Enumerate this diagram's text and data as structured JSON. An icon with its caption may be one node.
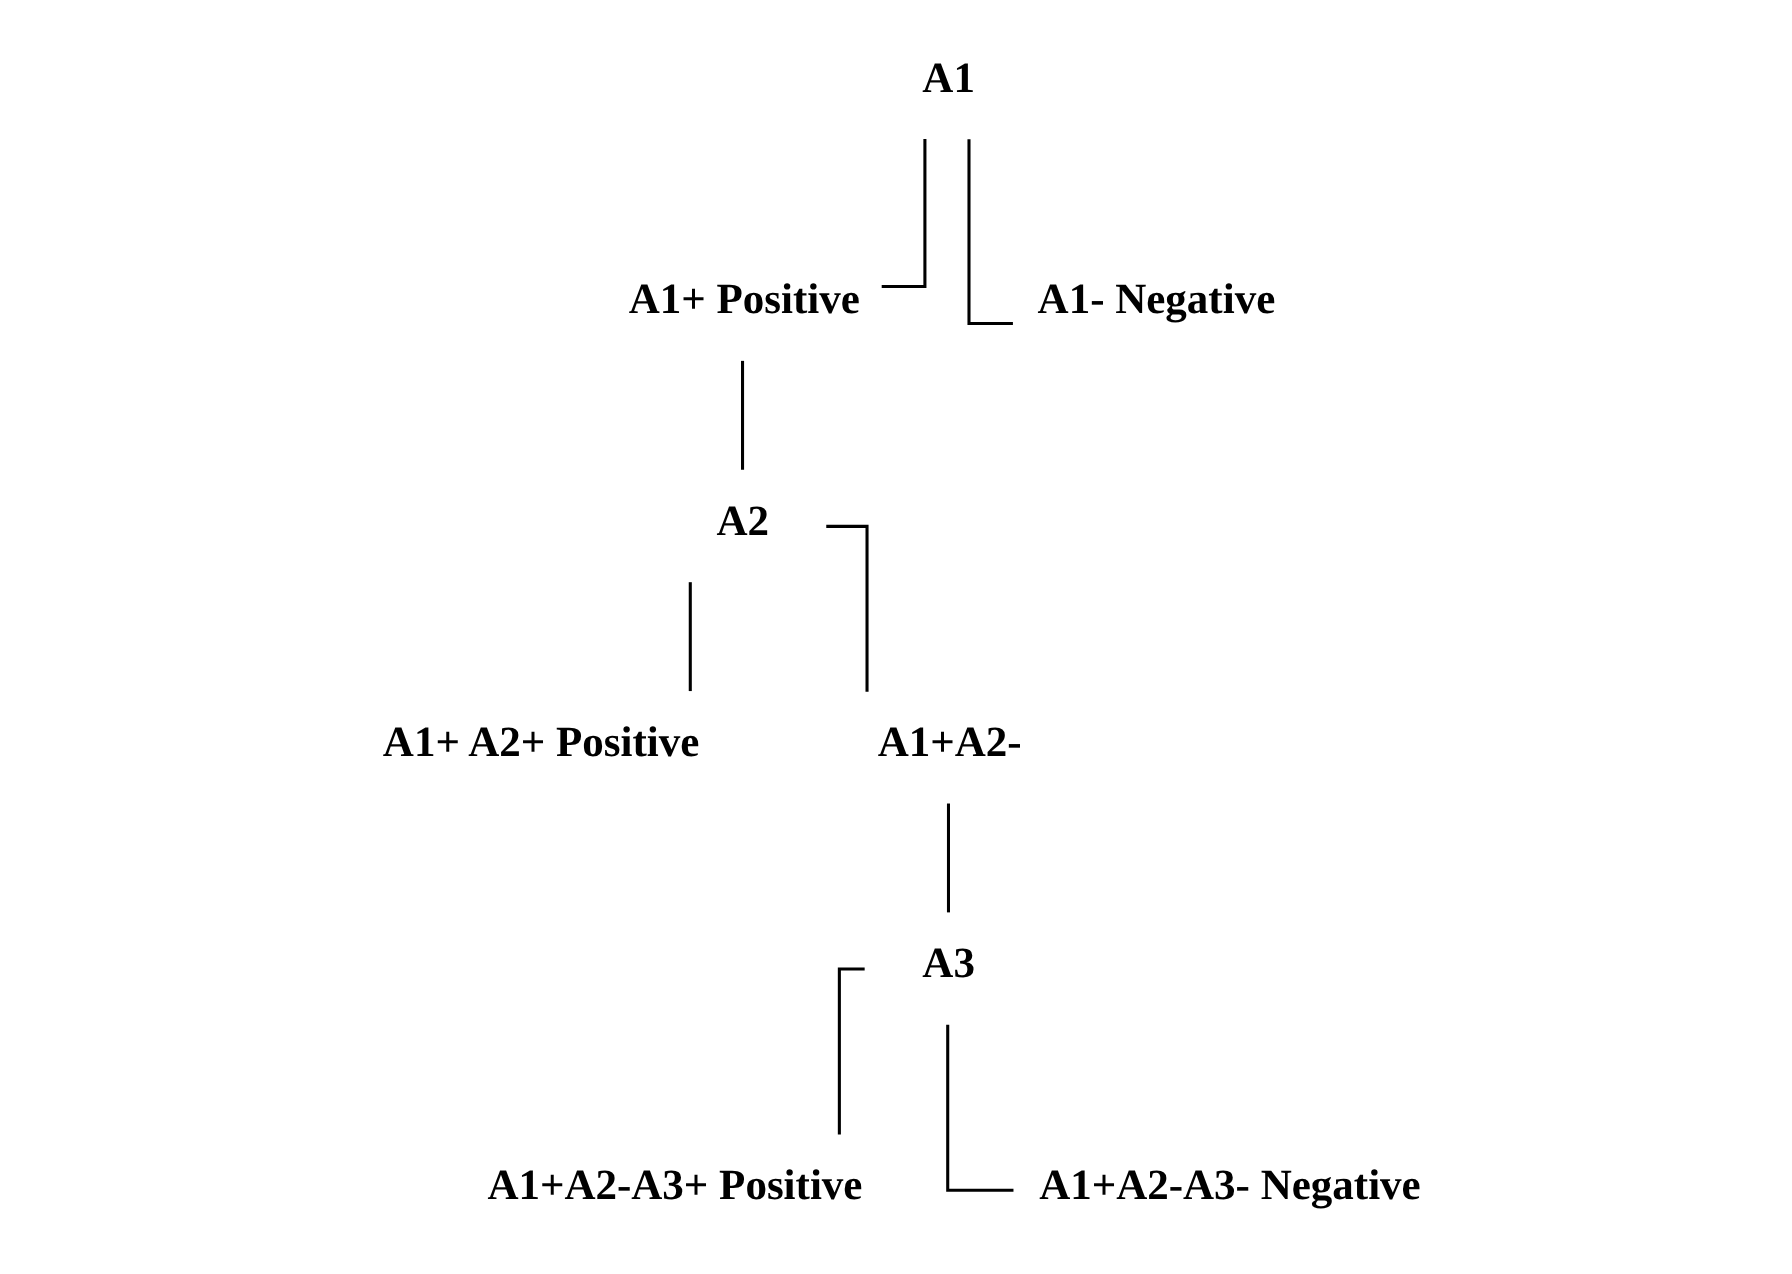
{
  "diagram": {
    "nodes": [
      {
        "text": [
          "A1"
        ]
      },
      {
        "text": [
          "A1+ Positive"
        ]
      },
      {
        "text": [
          "A1- Negative"
        ]
      },
      {
        "text": [
          "A2"
        ]
      },
      {
        "text": [
          "A1+ A2+ Positive"
        ]
      },
      {
        "text": [
          "A1+A2-"
        ]
      },
      {
        "text": [
          "A3"
        ]
      },
      {
        "text": [
          "A1+A2-A3+ Positive"
        ]
      },
      {
        "text": [
          "A1+A2-A3- Negative"
        ]
      }
    ],
    "edges": [
      {
        "from": 0,
        "to": 1,
        "arrow": "none"
      },
      {
        "from": 0,
        "to": 2,
        "arrow": "none"
      },
      {
        "from": 1,
        "to": 3,
        "arrow": "none"
      },
      {
        "from": 3,
        "to": 4,
        "arrow": "none"
      },
      {
        "from": 3,
        "to": 5,
        "arrow": "none"
      },
      {
        "from": 5,
        "to": 6,
        "arrow": "none"
      },
      {
        "from": 6,
        "to": 7,
        "arrow": "none"
      },
      {
        "from": 6,
        "to": 8,
        "arrow": "none"
      }
    ]
  }
}
